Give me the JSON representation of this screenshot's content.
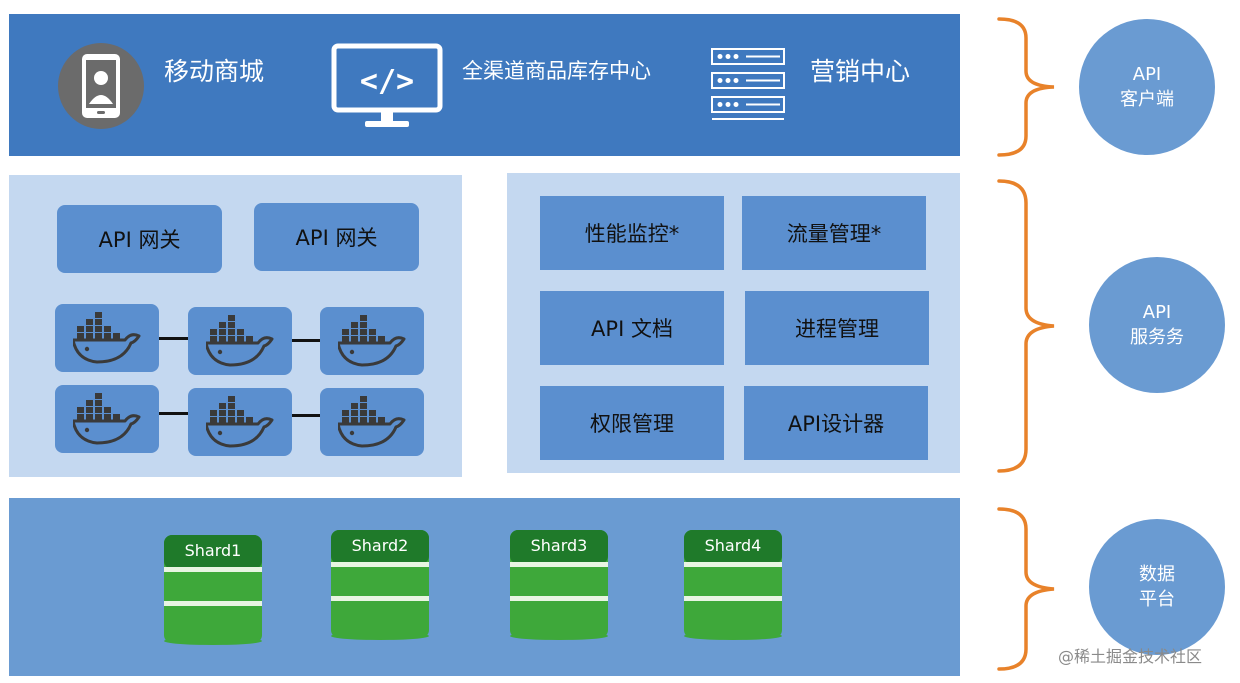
{
  "clients": {
    "mall_label": "移动商城",
    "inventory_label": "全渠道商品库存中心",
    "marketing_label": "营销中心"
  },
  "gateways": [
    "API 网关",
    "API 网关"
  ],
  "services": {
    "perf_monitor": "性能监控*",
    "traffic_mgmt": "流量管理*",
    "api_docs": "API 文档",
    "process_mgmt": "进程管理",
    "permission_mgmt": "权限管理",
    "api_designer": "API设计器"
  },
  "shards": [
    "Shard1",
    "Shard2",
    "Shard3",
    "Shard4"
  ],
  "layers": [
    {
      "line1": "API",
      "line2": "客户端"
    },
    {
      "line1": "API",
      "line2": "服务务"
    },
    {
      "line1": "数据",
      "line2": "平台"
    }
  ],
  "watermark": "@稀土掘金技术社区",
  "colors": {
    "top_band": "#3f79bf",
    "panel": "#c4d8f0",
    "tile": "#5b8fcf",
    "bottom_band": "#6a9bd2",
    "circle": "#6a9bd2",
    "bracket": "#e8822a",
    "db_green": "#3ea83a"
  }
}
